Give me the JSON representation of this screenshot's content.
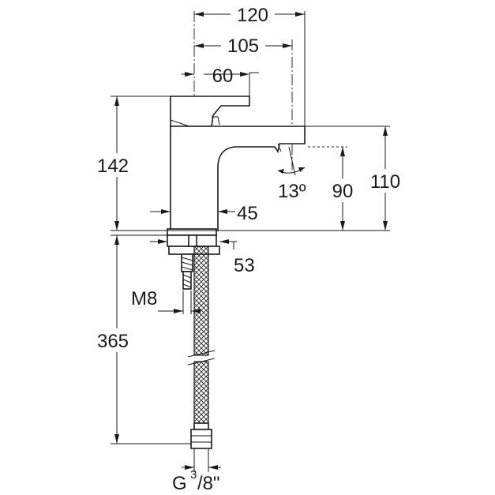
{
  "dimensions": {
    "width_total": "120",
    "width_spout": "105",
    "width_lever": "60",
    "height_total": "142",
    "height_spout": "110",
    "height_outlet": "90",
    "spout_angle": "13º",
    "body_diameter": "45",
    "base_diameter": "53",
    "stud_thread": "M8",
    "hose_length": "365",
    "hose_thread_main": "G",
    "hose_thread_num": "3",
    "hose_thread_den": "/8\""
  }
}
